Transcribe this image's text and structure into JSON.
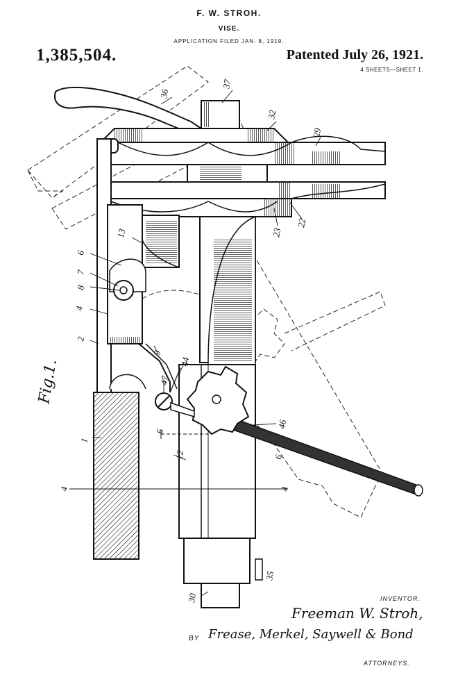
{
  "header": {
    "inventor": "F. W. STROH.",
    "title": "VISE.",
    "application": "APPLICATION FILED JAN. 8, 1919.",
    "patent_number": "1,385,504.",
    "patented": "Patented July 26, 1921.",
    "sheets": "4 SHEETS—SHEET 1."
  },
  "figure": {
    "label": "Fig.1.",
    "refs": {
      "r36": "36",
      "r37": "37",
      "r32": "32",
      "r29": "29",
      "r22": "22",
      "r23": "23",
      "r13": "13",
      "r6": "6",
      "r7": "7",
      "r8": "8",
      "r4": "4",
      "r2": "2",
      "r9": "9",
      "r44": "44",
      "r47": "47",
      "r46": "46",
      "r1": "1",
      "r12": "12",
      "r35": "35",
      "r30": "30",
      "sec_a_left": "6",
      "sec_a_right": "6",
      "sec_b_left": "4",
      "sec_b_right": "4"
    }
  },
  "footer": {
    "inventor_label": "INVENTOR.",
    "inventor_name": "Freeman W. Stroh,",
    "by": "BY",
    "attorneys_name": "Frease, Merkel, Saywell & Bond",
    "attorneys_label": "ATTORNEYS."
  }
}
